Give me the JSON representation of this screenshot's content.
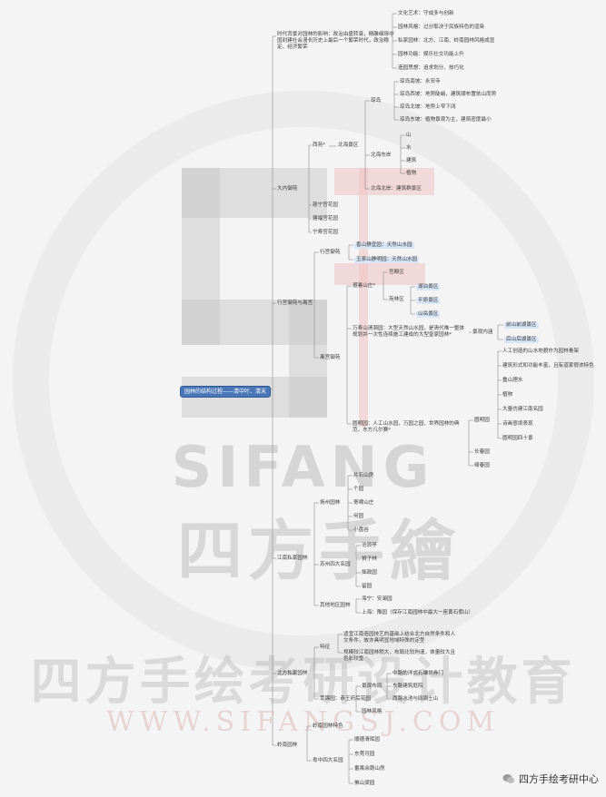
{
  "root": "园林的结构过程——清中叶、清末",
  "watermark": {
    "en": "SIFANG",
    "zh": "四方手繪",
    "slogan": "四方手绘考研设计教育",
    "url": "WWW.SIFANGSJ.COM"
  },
  "brand": {
    "name": "四方手绘考研中心",
    "icon": "wechat-icon"
  },
  "nodes": {
    "n_bg": "时代背景对园林的影响：政治由盛转衰，精雕细琢中国封建社会漫长历史上最后一个繁荣时代，政治稳定、经济繁荣",
    "n_bg1": "文化艺术：守成多与创新",
    "n_bg2": "园林风格：过分取决于民族特色的渲染",
    "n_bg3": "私家园林：北方、江南、岭南园林风格成显",
    "n_bg4": "园林功能：娱乐社交功能上升",
    "n_bg5": "造园思想：追求划分、技巧化",
    "n_dnyy": "大内御苑",
    "n_xiyuan": "西苑*",
    "n_beihai": "北海景区",
    "n_qiongdao": "琼岛",
    "n_qd1": "琼岛南坡：永安寺",
    "n_qd2": "琼岛西坡：地势陡峭，建筑顺布置依山而势",
    "n_qd3": "琼岛北坡：地势上窄下阔",
    "n_qd4": "琼岛东坡：植物景观为主，建筑密度最小",
    "n_bhda": "北海东岸",
    "n_shan": "山",
    "n_shui": "水",
    "n_jz": "建筑",
    "n_zw": "植物",
    "n_bhbh": "北海北岸：建筑群景区",
    "n_cn": "慈宁宫花园",
    "n_jf": "建福宫花园",
    "n_nsy": "宁寿宫花园",
    "n_xgyy": "行宫御苑与离宫",
    "n_xgyy2": "行宫御苑",
    "n_jyj": "香山静宜园：天然山水园",
    "n_ymy": "玉泉山静明园：天然山水园",
    "n_lgyy": "离宫御苑",
    "n_bsszz": "避暑山庄*",
    "n_hqq": "宫殿区",
    "n_yuanlin": "苑林区",
    "n_hh": "湖泊景区",
    "n_py": "平原景区",
    "n_sl": "山岳景区",
    "n_wss": "万寿山清漪园：大型天然山水园，是清代唯一整体规划并一次性连续施工建成的大型皇家园林*",
    "n_jqnw": "景观内涵",
    "n_qq": "前山前湖景区",
    "n_hshu": "后山后湖景区",
    "n_ymy2": "圆明园：人工山水园，万园之园，世界园林的典范，东方凡尔赛*",
    "n_ymy_in": "圆明园",
    "n_y1": "人工创造的山水地貌作为园林骨架",
    "n_y2": "建筑形式和功能丰富，且有道家很浓特色",
    "n_y3": "叠山理水",
    "n_y4": "植物",
    "n_y5": "大量仿建江南名园",
    "n_y6": "诗画意境表现",
    "n_y7": "圆明园四十景",
    "n_cc": "长春园",
    "n_qc": "绮春园",
    "n_jnsj": "江南私家园林",
    "n_yzyl": "扬州园林",
    "n_pszs": "片石山房",
    "n_gy": "个园",
    "n_jxsz": "寄啸山庄",
    "n_hy": "何园",
    "n_xpy": "小盘谷",
    "n_szsm": "苏州四大名园",
    "n_clt": "沧浪亭",
    "n_szl": "狮子林",
    "n_zzy": "拙政园",
    "n_ly": "留园",
    "n_qtdq": "其他地区园林",
    "n_hn": "海宁：安澜园",
    "n_sh": "上海：豫园（保存江南园林中最大一座黄石假山）",
    "n_bfsj": "北方私家园林",
    "n_ts": "特征",
    "n_ts1": "适宜江南造园技艺的基础上结合北方自然条件和人文条件，故亦具明显地域特殊的定型",
    "n_ts2": "规模较江南园林稍大，布局比较拘谨，体量较大且色彩较重",
    "n_cwf": "萃锦园：恭王府后花园",
    "n_jgnr": "景观布局",
    "n_j1": "中路的洋式石雕拱券门",
    "n_j2": "东路建筑庭院",
    "n_j3": "西路水池与四周土山",
    "n_xzfg": "园林风格",
    "n_lnyl": "岭南园林",
    "n_lnt": "岭南园林特色",
    "n_ydmy": "粤中四大名园",
    "n_qhy": "顺德清晖园",
    "n_dgk": "东莞可园",
    "n_pyy": "番禺余荫山房",
    "n_fsl": "佛山梁园"
  }
}
